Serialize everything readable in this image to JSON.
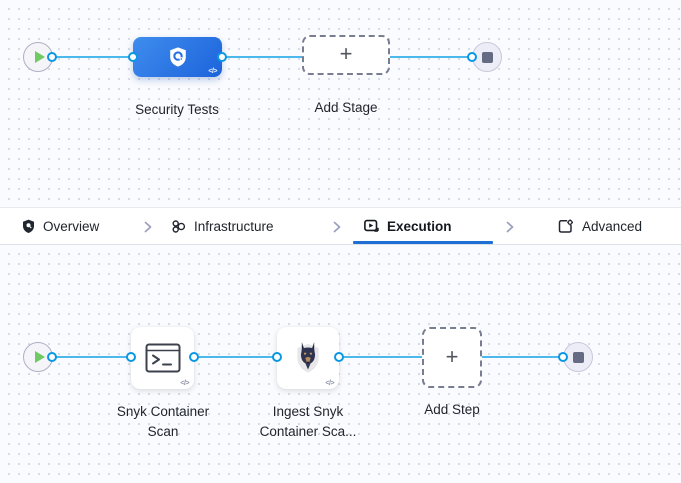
{
  "stage_pipeline": {
    "stage": {
      "label": "Security Tests",
      "icon": "security-shield-icon",
      "code_badge": "</>"
    },
    "add_stage": {
      "label": "Add Stage",
      "plus": "+"
    }
  },
  "tab_bar": {
    "tabs": [
      {
        "label": "Overview",
        "icon": "shield-icon",
        "active": false
      },
      {
        "label": "Infrastructure",
        "icon": "infrastructure-icon",
        "active": false
      },
      {
        "label": "Execution",
        "icon": "execution-icon",
        "active": true
      },
      {
        "label": "Advanced",
        "icon": "advanced-icon",
        "active": false
      }
    ]
  },
  "execution_pipeline": {
    "steps": [
      {
        "label": "Snyk Container Scan",
        "icon": "terminal-icon",
        "code_badge": "</>"
      },
      {
        "label": "Ingest Snyk Container Sca...",
        "icon": "snyk-dog-icon",
        "code_badge": "</>"
      }
    ],
    "add_step": {
      "label": "Add Step",
      "plus": "+"
    }
  },
  "colors": {
    "flow_line": "#4cb9ec",
    "connector_ring": "#0a97e4",
    "stage_blue_start": "#3f8dee",
    "stage_blue_end": "#1c63db",
    "active_tab_underline": "#1f6ed4",
    "canvas_background": "#f9fbfe",
    "canvas_dot": "#d5d9e4"
  }
}
